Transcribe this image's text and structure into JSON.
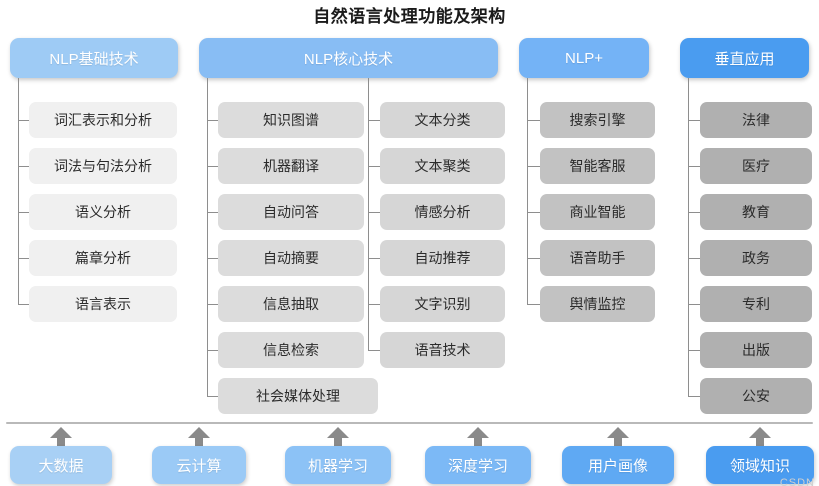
{
  "title": "自然语言处理功能及架构",
  "colors": {
    "header_basic": "#9ecbf5",
    "header_core": "#88bdf4",
    "header_plus": "#74b3f6",
    "header_vertical": "#4a9cf0",
    "node_col1": "#f0f0f0",
    "node_col2": "#dcdcdc",
    "node_col3": "#d6d6d6",
    "node_col4": "#c2c2c2",
    "node_col5": "#b0b0b0",
    "line": "#8e8e8e",
    "arrow": "#8a8a8a",
    "divider": "#b9b9b9",
    "title_text": "#1a1a1a"
  },
  "columns": [
    {
      "id": "nlp-basic",
      "header": "NLP基础技术",
      "items": [
        "词汇表示和分析",
        "词法与句法分析",
        "语义分析",
        "篇章分析",
        "语言表示"
      ]
    },
    {
      "id": "nlp-core-left",
      "header": "NLP核心技术",
      "items": [
        "知识图谱",
        "机器翻译",
        "自动问答",
        "自动摘要",
        "信息抽取",
        "信息检索",
        "社会媒体处理"
      ]
    },
    {
      "id": "nlp-core-right",
      "header": "",
      "items": [
        "文本分类",
        "文本聚类",
        "情感分析",
        "自动推荐",
        "文字识别",
        "语音技术"
      ]
    },
    {
      "id": "nlp-plus",
      "header": "NLP+",
      "items": [
        "搜索引擎",
        "智能客服",
        "商业智能",
        "语音助手",
        "舆情监控"
      ]
    },
    {
      "id": "vertical-apps",
      "header": "垂直应用",
      "items": [
        "法律",
        "医疗",
        "教育",
        "政务",
        "专利",
        "出版",
        "公安"
      ]
    }
  ],
  "foundation": {
    "items": [
      "大数据",
      "云计算",
      "机器学习",
      "深度学习",
      "用户画像",
      "领域知识"
    ]
  },
  "watermark": "CSDN"
}
